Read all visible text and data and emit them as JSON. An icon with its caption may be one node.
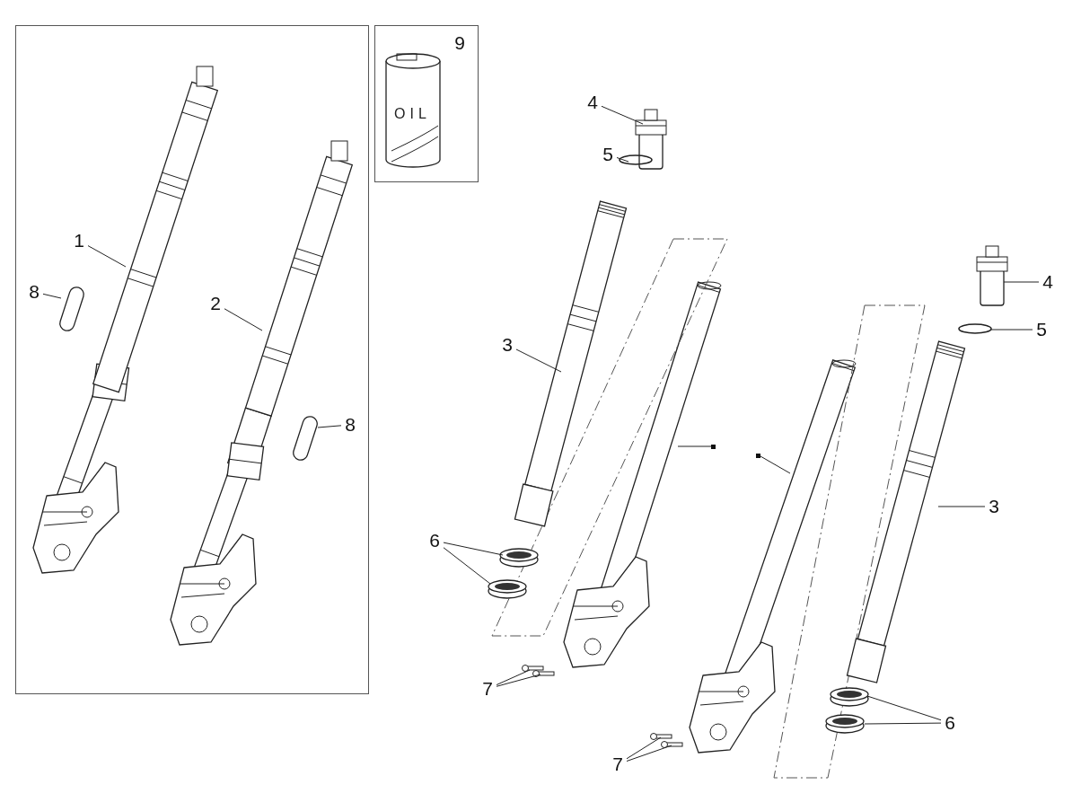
{
  "diagram": {
    "nodes": [
      {
        "text": [],
        "shape": "box"
      },
      {
        "text": [
          "1"
        ],
        "in": 0
      },
      {
        "text": [],
        "shape": "picture",
        "in": 0
      },
      {
        "text": [
          "2"
        ],
        "in": 0
      },
      {
        "text": [],
        "shape": "picture",
        "in": 0
      },
      {
        "text": [
          "8"
        ],
        "in": 0
      },
      {
        "text": [],
        "shape": "bar",
        "in": 0
      },
      {
        "text": [
          "8"
        ],
        "in": 0
      },
      {
        "text": [],
        "shape": "bar",
        "in": 0
      },
      {
        "text": [],
        "shape": "box"
      },
      {
        "text": [
          "9"
        ],
        "in": 9
      },
      {
        "text": [
          "4"
        ]
      },
      {
        "text": [],
        "shape": "picture"
      },
      {
        "text": [
          "5"
        ]
      },
      {
        "text": [],
        "shape": "circle"
      },
      {
        "text": [
          "3"
        ]
      },
      {
        "text": [],
        "shape": "picture"
      },
      {
        "text": [
          "6"
        ]
      },
      {
        "text": [],
        "shape": "picture"
      },
      {
        "text": [],
        "shape": "picture"
      },
      {
        "text": [
          "7"
        ]
      },
      {
        "text": [],
        "shape": "picture"
      },
      {
        "text": [],
        "shape": "picture"
      },
      {
        "text": [
          "4"
        ]
      },
      {
        "text": [],
        "shape": "picture"
      },
      {
        "text": [
          "5"
        ]
      },
      {
        "text": [],
        "shape": "circle"
      },
      {
        "text": [
          "3"
        ]
      },
      {
        "text": [],
        "shape": "picture"
      },
      {
        "text": [
          "6"
        ]
      },
      {
        "text": [],
        "shape": "picture"
      },
      {
        "text": [],
        "shape": "picture"
      },
      {
        "text": [
          "7"
        ]
      },
      {
        "text": [],
        "shape": "picture"
      },
      {
        "text": [],
        "shape": "picture"
      }
    ],
    "edges": [
      {
        "from": 1,
        "to": 2,
        "arrow": "none"
      },
      {
        "from": 3,
        "to": 4,
        "arrow": "none"
      },
      {
        "from": 5,
        "to": 6,
        "arrow": "none"
      },
      {
        "from": 7,
        "to": 8,
        "arrow": "none"
      },
      {
        "from": 11,
        "to": 12,
        "arrow": "none"
      },
      {
        "from": 13,
        "to": 14,
        "arrow": "none"
      },
      {
        "from": 15,
        "to": 16,
        "arrow": "none"
      },
      {
        "from": 17,
        "to": 18,
        "arrow": "none"
      },
      {
        "from": 17,
        "to": 19,
        "arrow": "none"
      },
      {
        "from": 20,
        "to": 21,
        "arrow": "none"
      },
      {
        "from": 20,
        "to": 22,
        "arrow": "none"
      },
      {
        "from": 23,
        "to": 24,
        "arrow": "none"
      },
      {
        "from": 25,
        "to": 26,
        "arrow": "none"
      },
      {
        "from": 27,
        "to": 28,
        "arrow": "none"
      },
      {
        "from": 29,
        "to": 30,
        "arrow": "none"
      },
      {
        "from": 29,
        "to": 31,
        "arrow": "none"
      },
      {
        "from": 32,
        "to": 33,
        "arrow": "none"
      },
      {
        "from": 32,
        "to": 34,
        "arrow": "none"
      }
    ],
    "labels": [
      "OIL"
    ]
  }
}
